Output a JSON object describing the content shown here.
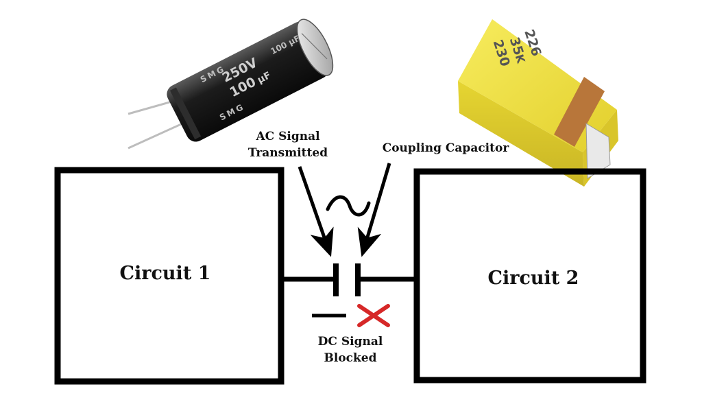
{
  "labels": {
    "circuit1": "Circuit 1",
    "circuit2": "Circuit 2",
    "ac_line1": "AC Signal",
    "ac_line2": "Transmitted",
    "coupling": "Coupling Capacitor",
    "dc_line1": "DC Signal",
    "dc_line2": "Blocked",
    "ac_symbol": "~"
  },
  "electrolytic_print": {
    "voltage": "250V",
    "capacitance": "100",
    "unit": "µF",
    "brand": "SMG",
    "top": "100 µF"
  },
  "tantalum_print": {
    "code": "226",
    "voltage_code": "35",
    "tolerance": "K",
    "batch": "230"
  },
  "colors": {
    "line": "#000000",
    "cross": "#d62828",
    "tantalum_body": "#f0e13a",
    "tantalum_band": "#b8763a",
    "electrolytic_body": "#1a1a1a"
  }
}
